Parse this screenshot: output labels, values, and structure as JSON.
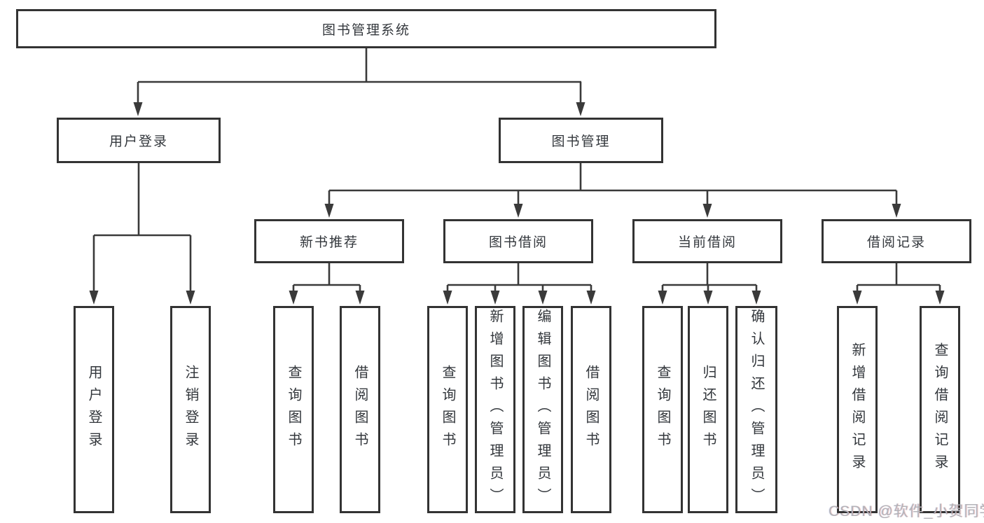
{
  "diagram": {
    "root": {
      "label": "图书管理系统"
    },
    "user_branch": {
      "label": "用户登录",
      "leaves": [
        {
          "label": "用户登录"
        },
        {
          "label": "注销登录"
        }
      ]
    },
    "book_branch": {
      "label": "图书管理",
      "groups": [
        {
          "label": "新书推荐",
          "leaves": [
            {
              "label": "查询图书"
            },
            {
              "label": "借阅图书"
            }
          ]
        },
        {
          "label": "图书借阅",
          "leaves": [
            {
              "label": "查询图书"
            },
            {
              "label": "新增图书（管理员）"
            },
            {
              "label": "编辑图书（管理员）"
            },
            {
              "label": "借阅图书"
            }
          ]
        },
        {
          "label": "当前借阅",
          "leaves": [
            {
              "label": "查询图书"
            },
            {
              "label": "归还图书"
            },
            {
              "label": "确认归还（管理员）"
            }
          ]
        },
        {
          "label": "借阅记录",
          "leaves": [
            {
              "label": "新增借阅记录"
            },
            {
              "label": "查询借阅记录"
            }
          ]
        }
      ]
    }
  },
  "watermark": {
    "text": "CSDN @软件_小贺同学"
  },
  "colors": {
    "line": "#3a3a3a",
    "box_border": "#333333",
    "text": "#33373c",
    "background": "#ffffff",
    "watermark": "#b3b3b8"
  }
}
